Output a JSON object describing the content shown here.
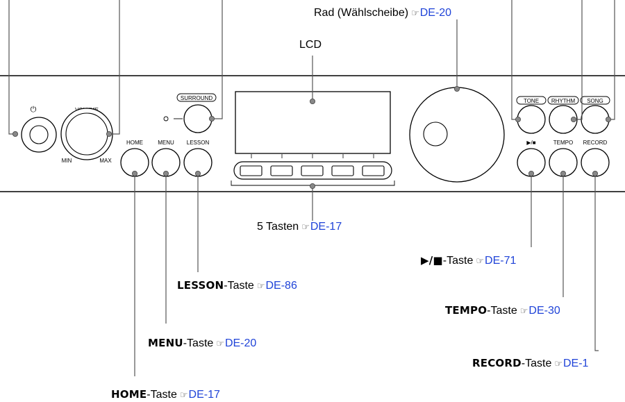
{
  "panel": {
    "power_symbol": "⏻",
    "volume": "VOLUME",
    "volume_min": "MIN",
    "volume_max": "MAX",
    "surround": "SURROUND",
    "home": "HOME",
    "menu": "MENU",
    "lesson": "LESSON",
    "tone": "TONE",
    "rhythm": "RHYTHM",
    "song": "SONG",
    "play_stop": "▶/■",
    "tempo": "TEMPO",
    "record": "RECORD"
  },
  "callouts": {
    "dial": {
      "text": "Rad (Wählscheibe)",
      "ref": "DE-20"
    },
    "lcd": {
      "text": "LCD"
    },
    "five_keys": {
      "text": "5 Tasten",
      "ref": "DE-17"
    },
    "play_stop": {
      "strong": "▶/■",
      "text": "-Taste",
      "ref": "DE-71"
    },
    "lesson": {
      "strong": "LESSON",
      "text": "-Taste",
      "ref": "DE-86"
    },
    "tempo": {
      "strong": "TEMPO",
      "text": "-Taste",
      "ref": "DE-30"
    },
    "menu": {
      "strong": "MENU",
      "text": "-Taste",
      "ref": "DE-20"
    },
    "record": {
      "strong": "RECORD",
      "text": "-Taste",
      "ref": "DE-1"
    },
    "home": {
      "strong": "HOME",
      "text": "-Taste",
      "ref": "DE-17"
    },
    "ref_icon": "☞"
  },
  "colors": {
    "reference_link": "#1f43d8",
    "outline": "#000000",
    "leader_line": "#555555"
  }
}
